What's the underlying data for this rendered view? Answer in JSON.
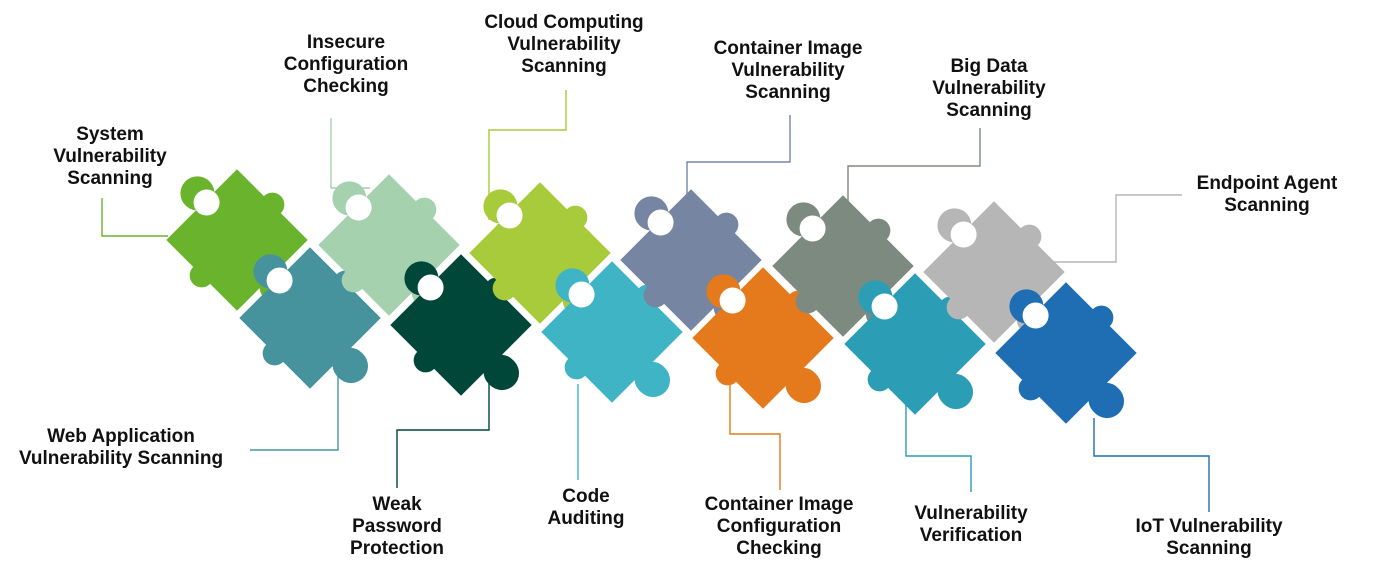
{
  "pieces": [
    {
      "name": "system-vulnerability-scanning",
      "lines": [
        "System",
        "Vulnerability",
        "Scanning"
      ],
      "color": "#6ab42d"
    },
    {
      "name": "web-application-vulnerability-scanning",
      "lines": [
        "Web Application",
        "Vulnerability Scanning"
      ],
      "color": "#46939e"
    },
    {
      "name": "insecure-configuration-checking",
      "lines": [
        "Insecure",
        "Configuration",
        "Checking"
      ],
      "color": "#a5d1ae"
    },
    {
      "name": "weak-password-protection",
      "lines": [
        "Weak",
        "Password",
        "Protection"
      ],
      "color": "#00473a"
    },
    {
      "name": "cloud-computing-vulnerability-scanning",
      "lines": [
        "Cloud Computing",
        "Vulnerability",
        "Scanning"
      ],
      "color": "#a7cb3a"
    },
    {
      "name": "code-auditing",
      "lines": [
        "Code",
        "Auditing"
      ],
      "color": "#3fb4c5"
    },
    {
      "name": "container-image-vulnerability-scanning",
      "lines": [
        "Container Image",
        "Vulnerability",
        "Scanning"
      ],
      "color": "#7585a2"
    },
    {
      "name": "container-image-configuration-checking",
      "lines": [
        "Container Image",
        "Configuration",
        "Checking"
      ],
      "color": "#e57a1c"
    },
    {
      "name": "big-data-vulnerability-scanning",
      "lines": [
        "Big Data",
        "Vulnerability",
        "Scanning"
      ],
      "color": "#7c8a80"
    },
    {
      "name": "vulnerability-verification",
      "lines": [
        "Vulnerability",
        "Verification"
      ],
      "color": "#2b9db5"
    },
    {
      "name": "endpoint-agent-scanning",
      "lines": [
        "Endpoint Agent",
        "Scanning"
      ],
      "color": "#b6b6b6"
    },
    {
      "name": "iot-vulnerability-scanning",
      "lines": [
        "IoT Vulnerability",
        "Scanning"
      ],
      "color": "#1f6db3"
    }
  ]
}
